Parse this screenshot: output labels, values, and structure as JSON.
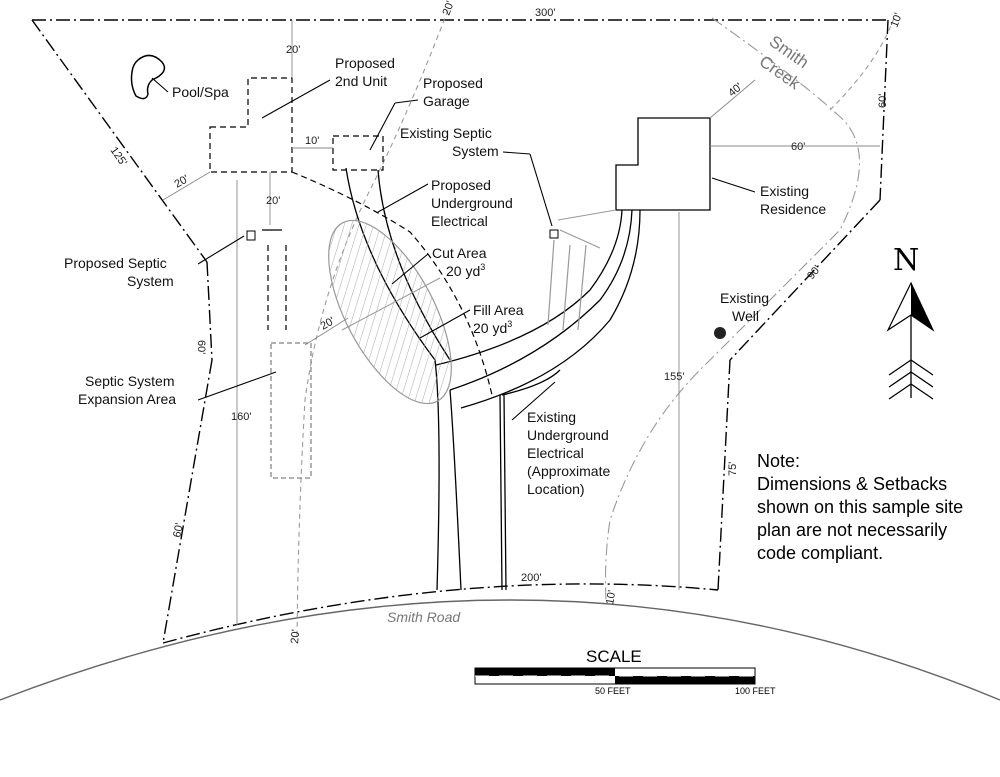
{
  "labels": {
    "pool_spa": "Pool/Spa",
    "second_unit": [
      "Proposed",
      "2nd Unit"
    ],
    "garage": [
      "Proposed",
      "Garage"
    ],
    "existing_septic": [
      "Existing Septic",
      "System"
    ],
    "underground_electrical": [
      "Proposed",
      "Underground",
      "Electrical"
    ],
    "cut_area": [
      "Cut Area",
      "20 yd"
    ],
    "fill_area": [
      "Fill Area",
      "20 yd"
    ],
    "volume_exponent": "3",
    "proposed_septic": [
      "Proposed Septic",
      "System"
    ],
    "septic_expansion": [
      "Septic System",
      "Expansion Area"
    ],
    "existing_residence": [
      "Existing",
      "Residence"
    ],
    "existing_well": [
      "Existing",
      "Well"
    ],
    "existing_electrical": [
      "Existing",
      "Underground",
      "Electrical",
      "(Approximate",
      "Location)"
    ],
    "smith_creek": [
      "Smith",
      "Creek"
    ],
    "smith_road": "Smith Road"
  },
  "dimensions": {
    "top_300": "300'",
    "setback_20_top": "20'",
    "setback_20_leftside": "20'",
    "setback_10_garage": "10'",
    "setback_20_septic": "20'",
    "setback_20_expansion": "20'",
    "setback_20_top_creek": "20'",
    "creek_40": "40'",
    "res_60": "60'",
    "creek_60_right": "60'",
    "right_90": "90'",
    "right_75": "75'",
    "left_125": "125'",
    "left_60_upper": "60'",
    "left_60_lower": "60'",
    "depth_160": "160'",
    "depth_155": "155'",
    "front_200": "200'",
    "creek_10_top": "10'",
    "creek_10_bottom": "10'",
    "setback_20_bottom": "20'"
  },
  "north": {
    "letter": "N"
  },
  "note": {
    "heading": "Note:",
    "lines": [
      "Dimensions & Setbacks",
      "shown on this sample site",
      "plan are not necessarily",
      "code compliant."
    ]
  },
  "scale": {
    "title": "SCALE",
    "mid": "50 FEET",
    "end": "100 FEET"
  }
}
